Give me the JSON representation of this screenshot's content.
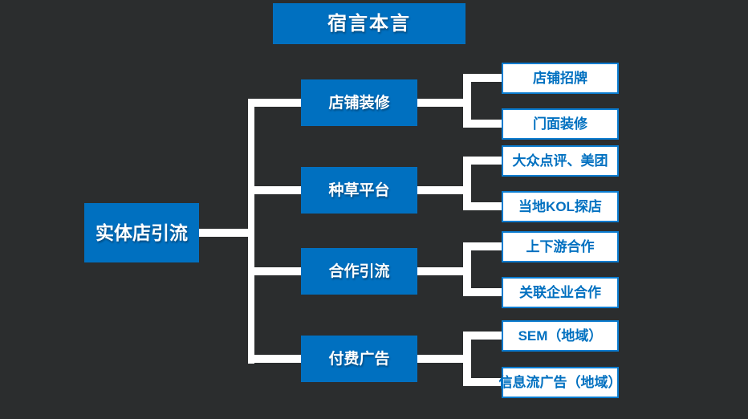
{
  "title": "宿言本言",
  "colors": {
    "accent_blue": "#0070c0",
    "leaf_border_blue": "#0a7cd0",
    "background": "#2b2d2e",
    "connector_white": "#ffffff"
  },
  "tree": {
    "root": {
      "label": "实体店引流"
    },
    "branches": [
      {
        "label": "店铺装修",
        "children": [
          {
            "label": "店铺招牌"
          },
          {
            "label": "门面装修"
          }
        ]
      },
      {
        "label": "种草平台",
        "children": [
          {
            "label": "大众点评、美团"
          },
          {
            "label": "当地KOL探店"
          }
        ]
      },
      {
        "label": "合作引流",
        "children": [
          {
            "label": "上下游合作"
          },
          {
            "label": "关联企业合作"
          }
        ]
      },
      {
        "label": "付费广告",
        "children": [
          {
            "label": "SEM（地域）"
          },
          {
            "label": "信息流广告（地域）"
          }
        ]
      }
    ]
  }
}
